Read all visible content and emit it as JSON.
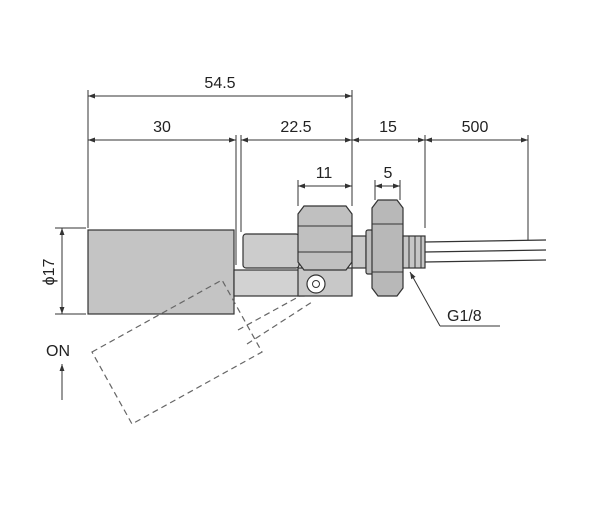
{
  "dimensions": {
    "overall_length": "54.5",
    "float_length": "30",
    "body_length": "22.5",
    "thread_length": "15",
    "cable_length": "500",
    "hex_width": "11",
    "nut_width": "5",
    "float_diameter": "ϕ17"
  },
  "labels": {
    "thread_spec": "G1/8",
    "switch_state": "ON"
  },
  "colors": {
    "body_fill": "#c4c4c4",
    "float_fill": "#bdbdbd",
    "line": "#333333"
  }
}
